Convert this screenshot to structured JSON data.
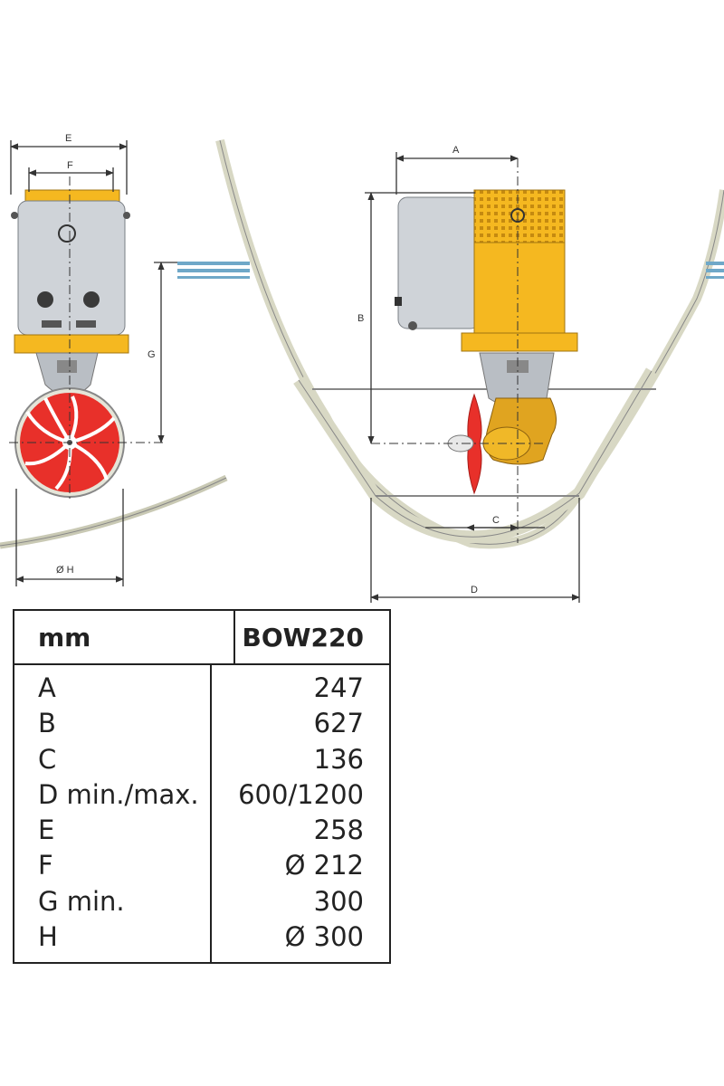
{
  "dimension_labels": {
    "A": "A",
    "B": "B",
    "C": "C",
    "D": "D",
    "E": "E",
    "F": "F",
    "G": "G",
    "H": "Ø H"
  },
  "table": {
    "header": {
      "param": "mm",
      "model": "BOW220"
    },
    "rows": [
      {
        "label": "A",
        "value": "247"
      },
      {
        "label": "B",
        "value": "627"
      },
      {
        "label": "C",
        "value": "136"
      },
      {
        "label": "D min./max.",
        "value": "600/1200"
      },
      {
        "label": "E",
        "value": "258"
      },
      {
        "label": "F",
        "value": "Ø 212"
      },
      {
        "label": "G min.",
        "value": "300"
      },
      {
        "label": "H",
        "value": "Ø 300"
      }
    ]
  },
  "colors": {
    "motor_housing": "#f5b820",
    "motor_cover": "#cfd3d8",
    "propeller": "#e8302a",
    "hull_band": "#d8d8c4",
    "water": "#6fa8c8"
  }
}
